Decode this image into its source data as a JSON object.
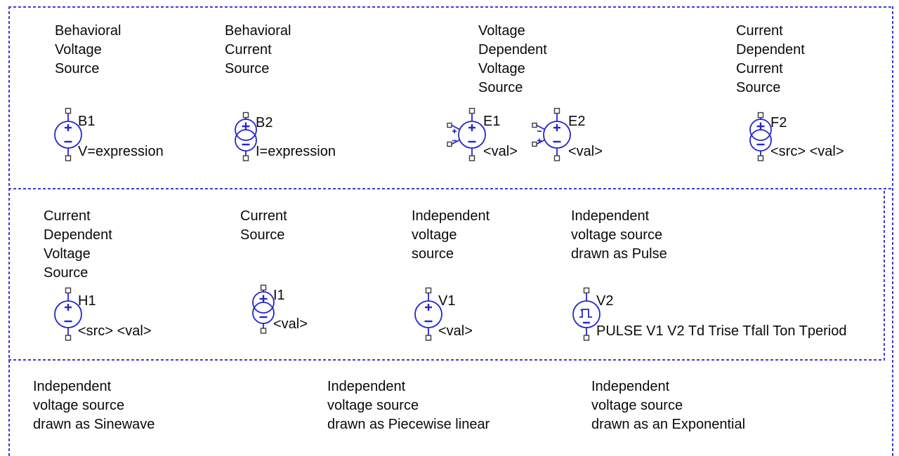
{
  "colors": {
    "symbol_blue": "#2525cf",
    "border_blue": "#3b3bd8",
    "text": "#0a0a0a",
    "terminal_gray": "#3a3a3a",
    "background": "#ffffff"
  },
  "sections": [
    {
      "name": "behavioral-and-dependent-sources",
      "items": [
        {
          "header": "Behavioral\nVoltage\nSource",
          "designator": "B1",
          "value": "V=expression",
          "symbol": "voltage-source-icon"
        },
        {
          "header": "Behavioral\nCurrent\nSource",
          "designator": "B2",
          "value": "I=expression",
          "symbol": "current-source-icon"
        },
        {
          "header": "Voltage\nDependent\nVoltage\nSource",
          "designator": "E1",
          "value": "<val>",
          "symbol": "dependent-voltage-source-icon"
        },
        {
          "header": "",
          "designator": "E2",
          "value": "<val>",
          "symbol": "dependent-voltage-source-reversed-icon"
        },
        {
          "header": "Current\nDependent\nCurrent\nSource",
          "designator": "F2",
          "value": "<src> <val>",
          "symbol": "current-source-icon"
        }
      ]
    },
    {
      "name": "dependent-and-independent-sources",
      "items": [
        {
          "header": "Current\nDependent\nVoltage\nSource",
          "designator": "H1",
          "value": "<src> <val>",
          "symbol": "voltage-source-icon"
        },
        {
          "header": "Current\nSource",
          "designator": "I1",
          "value": "<val>",
          "symbol": "current-source-icon"
        },
        {
          "header": "Independent\nvoltage\nsource",
          "designator": "V1",
          "value": "<val>",
          "symbol": "voltage-source-icon"
        },
        {
          "header": "Independent\nvoltage source\ndrawn as Pulse",
          "designator": "V2",
          "value": "PULSE V1 V2 Td Trise Tfall Ton Tperiod",
          "symbol": "pulse-voltage-source-icon"
        }
      ]
    },
    {
      "name": "independent-source-variants",
      "items": [
        {
          "header": "Independent\nvoltage source\ndrawn as Sinewave"
        },
        {
          "header": "Independent\nvoltage source\ndrawn as Piecewise linear"
        },
        {
          "header": "Independent\nvoltage source\ndrawn as an Exponential"
        }
      ]
    }
  ]
}
